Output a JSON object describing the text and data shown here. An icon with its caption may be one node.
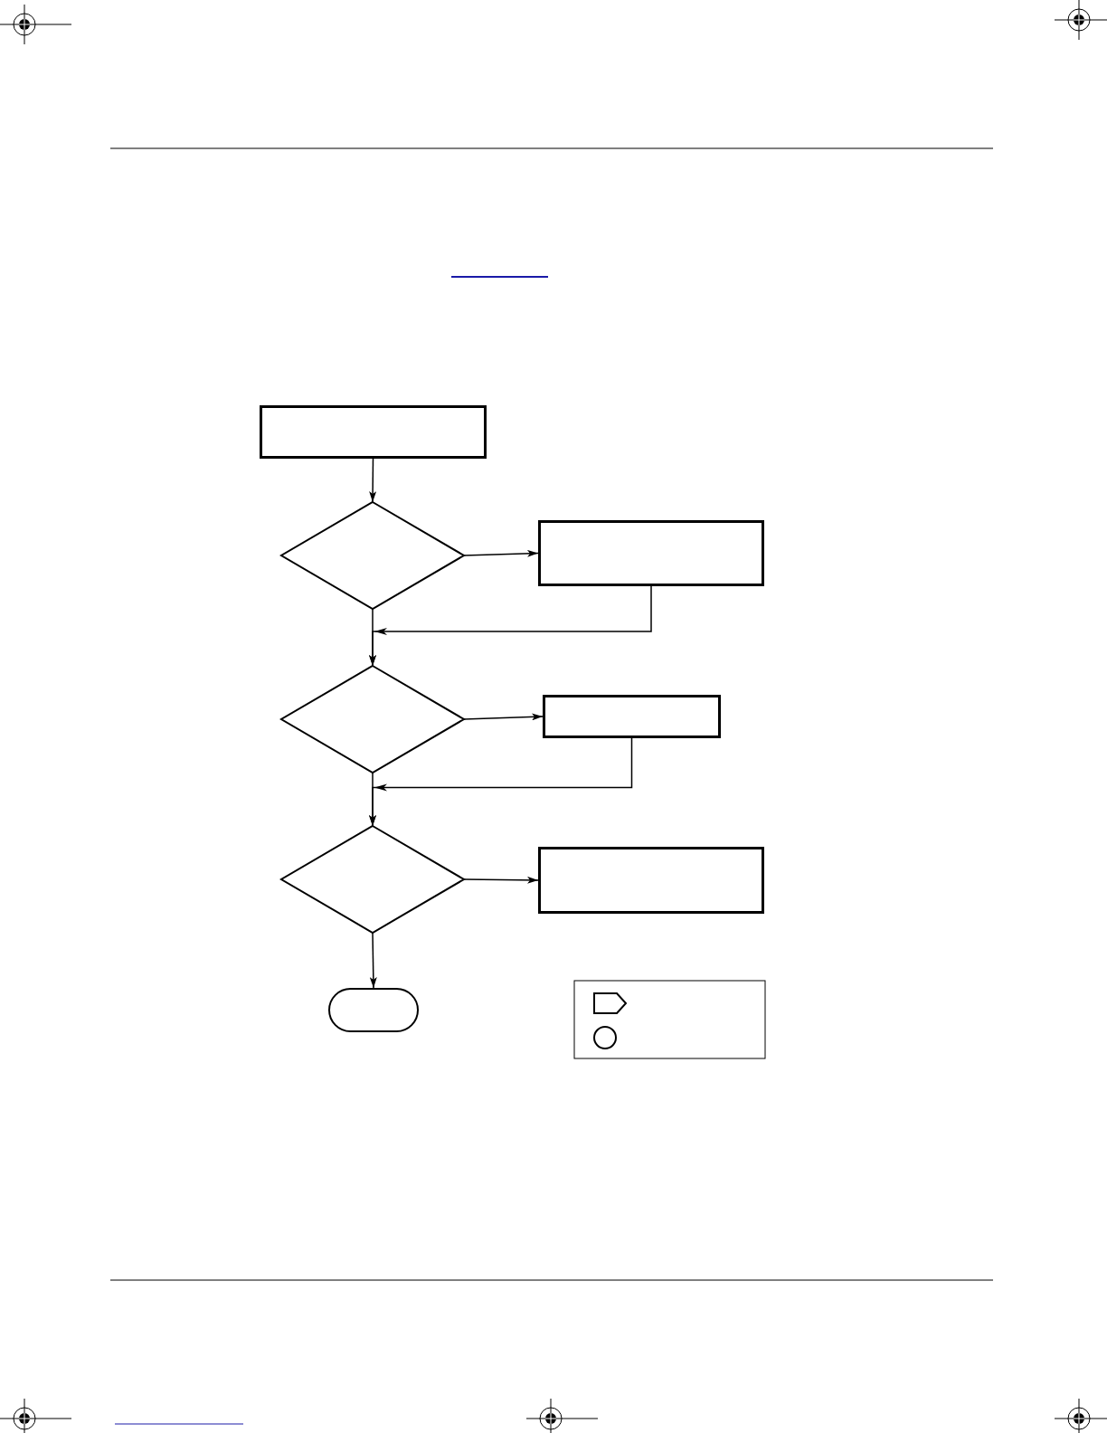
{
  "diagram": {
    "nodes": [
      {
        "text": [],
        "shape": "box"
      },
      {
        "text": [],
        "shape": "diamond"
      },
      {
        "text": [],
        "shape": "box"
      },
      {
        "text": [],
        "shape": "diamond"
      },
      {
        "text": [],
        "shape": "box"
      },
      {
        "text": [],
        "shape": "diamond"
      },
      {
        "text": [],
        "shape": "box"
      },
      {
        "text": [],
        "shape": "oval"
      }
    ],
    "edges": [
      {
        "from": 0,
        "to": 1,
        "arrow": "to"
      },
      {
        "from": 1,
        "to": 2,
        "arrow": "to"
      },
      {
        "from": 1,
        "to": 3,
        "arrow": "to"
      },
      {
        "from": 2,
        "to": 3,
        "arrow": "to"
      },
      {
        "from": 3,
        "to": 4,
        "arrow": "to"
      },
      {
        "from": 3,
        "to": 5,
        "arrow": "to"
      },
      {
        "from": 4,
        "to": 5,
        "arrow": "to"
      },
      {
        "from": 5,
        "to": 6,
        "arrow": "to"
      },
      {
        "from": 5,
        "to": 7,
        "arrow": "to"
      }
    ]
  }
}
